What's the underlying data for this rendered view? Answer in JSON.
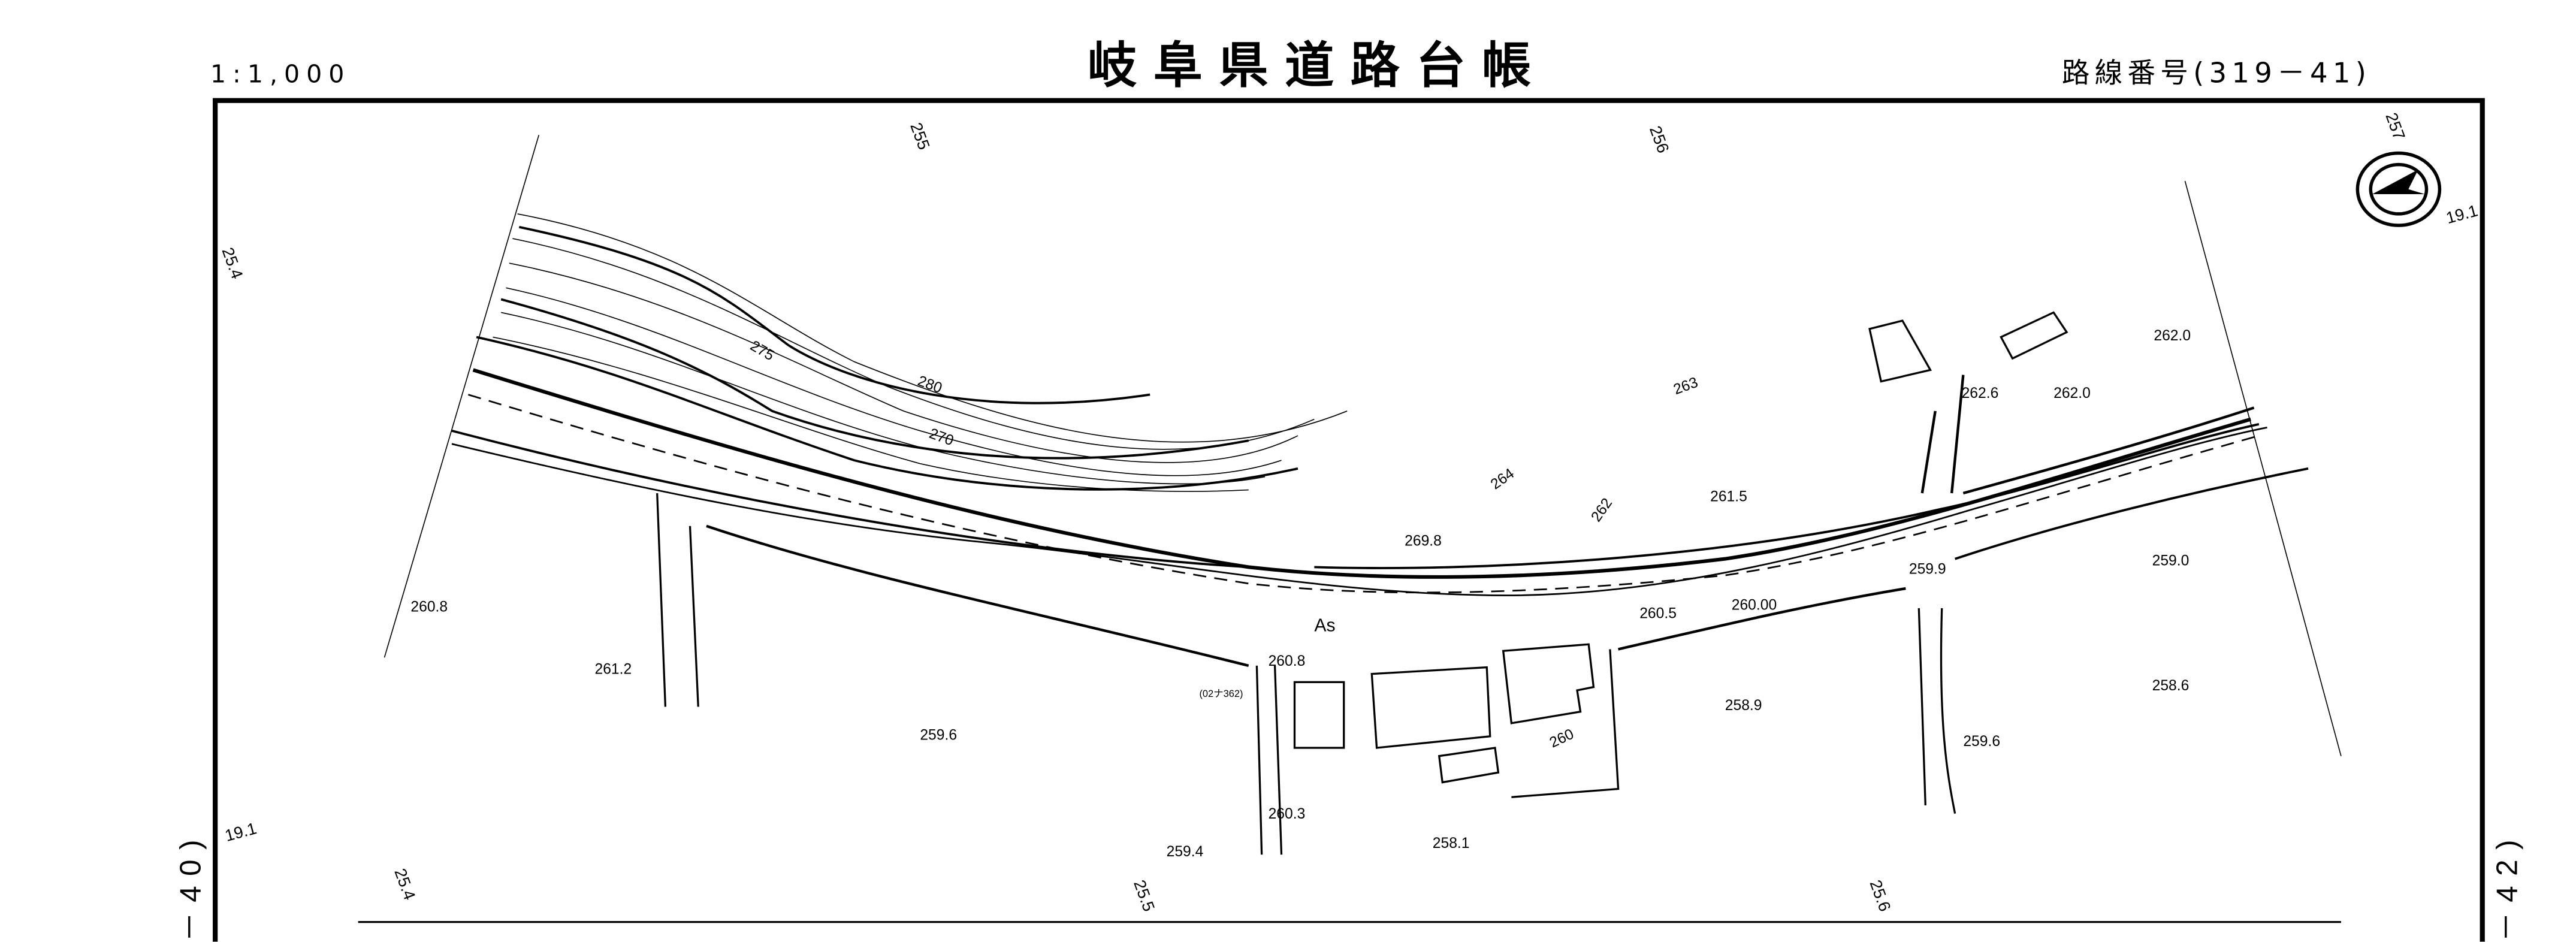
{
  "header": {
    "scale": "1:1,000",
    "title": "岐阜県道路台帳",
    "route_number": "路線番号(319－41)"
  },
  "sheet_links": {
    "left": "－40)",
    "right": "－42)"
  },
  "stations_top": [
    "255",
    "256",
    "257"
  ],
  "stations_bottom": [
    "25.4",
    "25.5",
    "25.6"
  ],
  "offsets": {
    "left_top": "25.4",
    "left_bottom": "19.1",
    "right_top": "19.1"
  },
  "contours": [
    "275",
    "280",
    "270",
    "264",
    "263",
    "262",
    "260"
  ],
  "elevations": [
    "260.8",
    "261.2",
    "259.6",
    "259.4",
    "258.1",
    "260.3",
    "260.8",
    "269.8",
    "261.5",
    "260.5",
    "260.00",
    "258.9",
    "259.9",
    "259.6",
    "259.0",
    "258.6",
    "262.6",
    "262.0",
    "262.0"
  ],
  "annotations": {
    "pavement": "As",
    "benchmark_note": "(02ナ362)"
  },
  "icons": {
    "north": "north-arrow-icon"
  }
}
